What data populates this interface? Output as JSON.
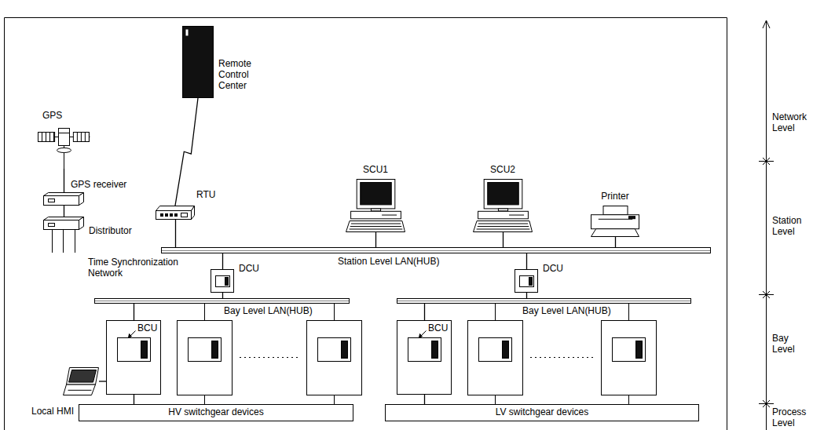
{
  "diagram": {
    "nodes": [
      {
        "text": [
          "Remote Control Center"
        ]
      },
      {
        "text": [
          "GPS"
        ]
      },
      {
        "text": [
          "GPS receiver"
        ]
      },
      {
        "text": [
          "Distributor"
        ]
      },
      {
        "text": [
          "RTU"
        ]
      },
      {
        "text": [
          "SCU1"
        ]
      },
      {
        "text": [
          "SCU2"
        ]
      },
      {
        "text": [
          "Printer"
        ]
      },
      {
        "text": [
          "Station Level LAN(HUB)"
        ]
      },
      {
        "text": [
          "DCU"
        ]
      },
      {
        "text": [
          "DCU"
        ]
      },
      {
        "text": [
          "Bay Level LAN(HUB)"
        ]
      },
      {
        "text": [
          "Bay Level LAN(HUB)"
        ]
      },
      {
        "text": [
          "BCU"
        ]
      },
      {
        "text": [
          "BCU"
        ]
      },
      {
        "text": [
          "Local HMI"
        ]
      },
      {
        "text": [
          "HV switchgear devices"
        ]
      },
      {
        "text": [
          "LV switchgear devices"
        ]
      }
    ],
    "edges": [
      {
        "from": 0,
        "to": 4,
        "arrow": "none"
      },
      {
        "from": 1,
        "to": 2,
        "arrow": "none"
      },
      {
        "from": 2,
        "to": 3,
        "arrow": "none"
      },
      {
        "from": 4,
        "to": 8,
        "arrow": "none"
      },
      {
        "from": 5,
        "to": 8,
        "arrow": "none"
      },
      {
        "from": 6,
        "to": 8,
        "arrow": "none"
      },
      {
        "from": 7,
        "to": 8,
        "arrow": "none"
      },
      {
        "from": 8,
        "to": 9,
        "arrow": "none"
      },
      {
        "from": 8,
        "to": 10,
        "arrow": "none"
      },
      {
        "from": 9,
        "to": 11,
        "arrow": "none"
      },
      {
        "from": 10,
        "to": 12,
        "arrow": "none"
      },
      {
        "from": 11,
        "to": 13,
        "arrow": "none"
      },
      {
        "from": 12,
        "to": 14,
        "arrow": "none"
      },
      {
        "from": 13,
        "to": 16,
        "arrow": "none"
      },
      {
        "from": 14,
        "to": 17,
        "arrow": "none"
      },
      {
        "from": 15,
        "to": 13,
        "arrow": "none"
      }
    ],
    "labels": [
      "Time Synchronization Network",
      "Network Level",
      "Station Level",
      "Bay Level",
      "Process Level"
    ]
  }
}
